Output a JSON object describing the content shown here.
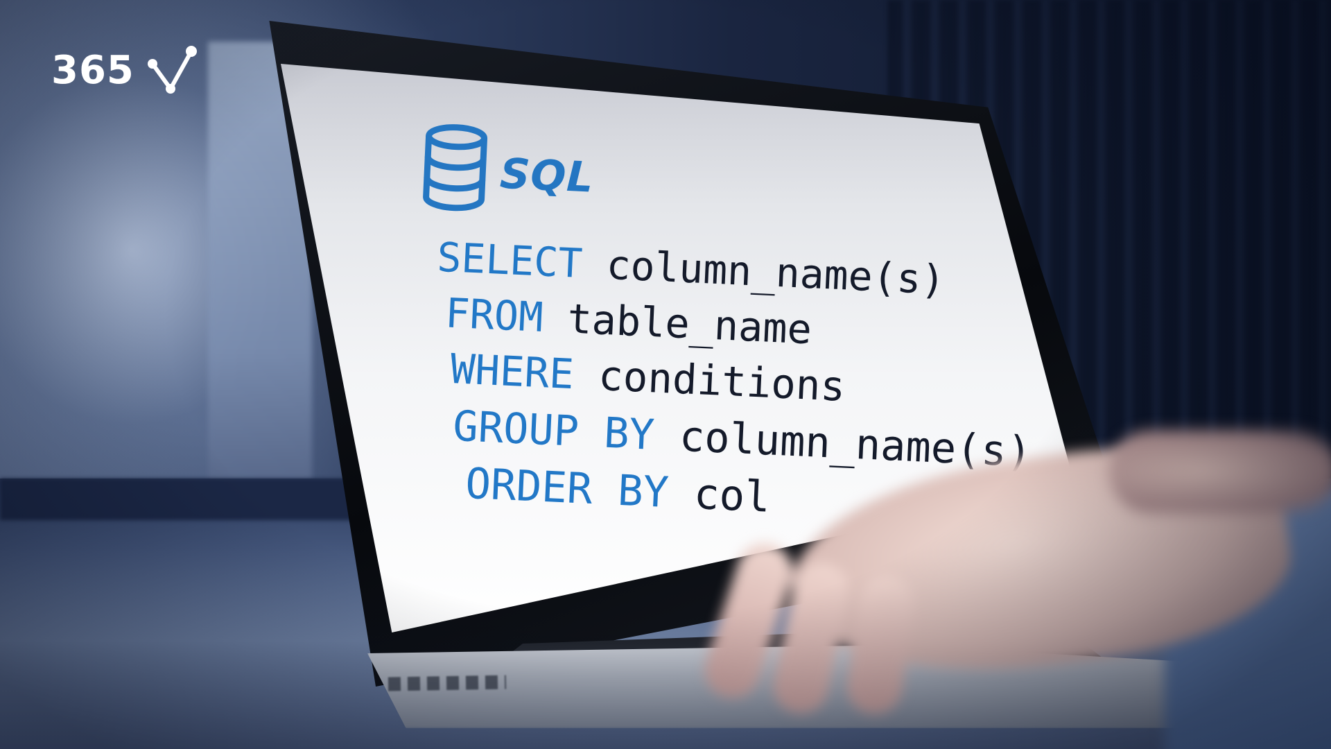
{
  "brand": {
    "logo_text": "365",
    "logo_icon": "network-check-icon"
  },
  "screen": {
    "logo_icon": "database-icon",
    "logo_text": "SQL",
    "code_lines": [
      {
        "keyword": "SELECT",
        "rest": "column_name(s)"
      },
      {
        "keyword": "FROM",
        "rest": "table_name"
      },
      {
        "keyword": "WHERE",
        "rest": "conditions"
      },
      {
        "keyword": "GROUP BY",
        "rest": "column_name(s)"
      },
      {
        "keyword": "ORDER BY",
        "rest": "col"
      }
    ]
  },
  "colors": {
    "keyword": "#2278c7",
    "code_text": "#141a2a",
    "logo": "#ffffff",
    "background": "#101a2e"
  }
}
